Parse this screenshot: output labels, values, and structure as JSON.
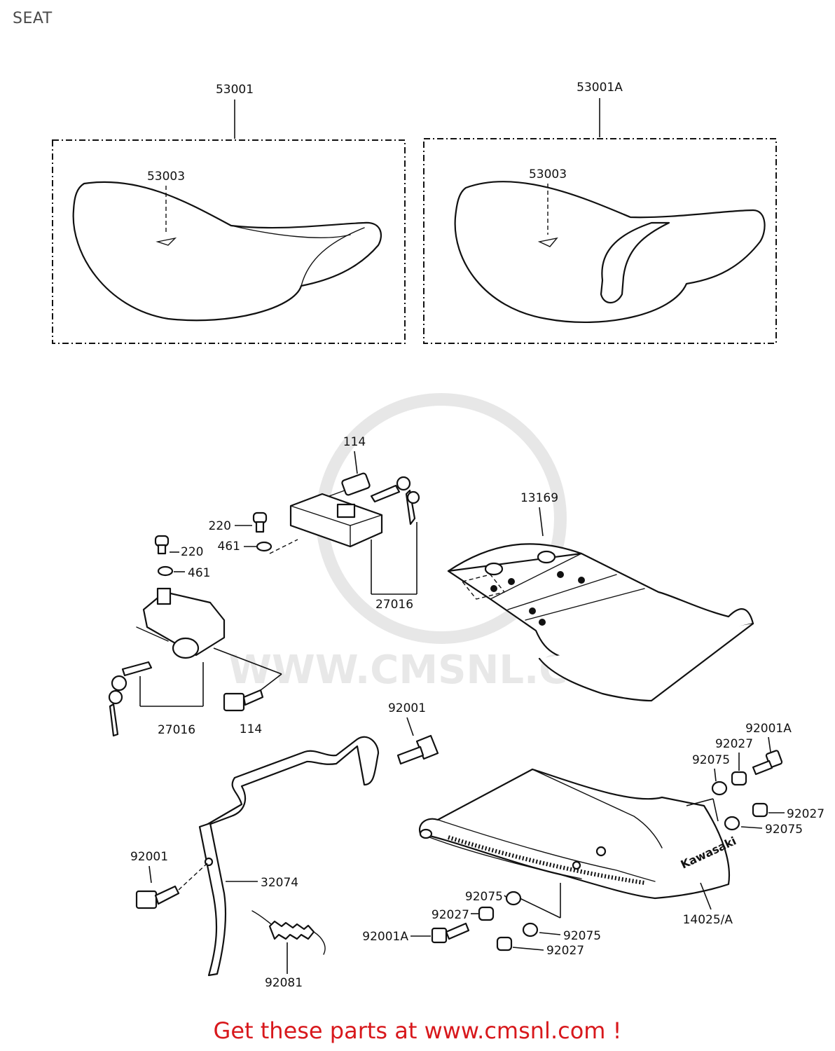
{
  "page": {
    "title": "SEAT",
    "footer": "Get these parts at www.cmsnl.com !",
    "watermark": "WWW.CMSNL.COM",
    "footer_color": "#d8181c"
  },
  "labels": {
    "seat_std": "53001",
    "seat_alt": "53001A",
    "seat_cover_std": "53003",
    "seat_cover_alt": "53003",
    "bolt_top": "114",
    "bolt_bottom": "114",
    "screw_a": "220",
    "screw_b": "220",
    "washer_a": "461",
    "washer_b": "461",
    "tray": "13169",
    "lock_upper": "27016",
    "lock_lower": "27016",
    "bolt_92001_top": "92001",
    "bolt_92001_left": "92001",
    "bolt_92001a_top": "92001A",
    "bolt_92001a_bottom": "92001A",
    "collar_92027_a": "92027",
    "collar_92027_b": "92027",
    "collar_92027_c": "92027",
    "collar_92027_d": "92027",
    "grommet_92075_a": "92075",
    "grommet_92075_b": "92075",
    "grommet_92075_c": "92075",
    "grommet_92075_d": "92075",
    "lever": "32074",
    "spring": "92081",
    "tail_cover": "14025/A",
    "cover_brand": "Kawasaki"
  }
}
